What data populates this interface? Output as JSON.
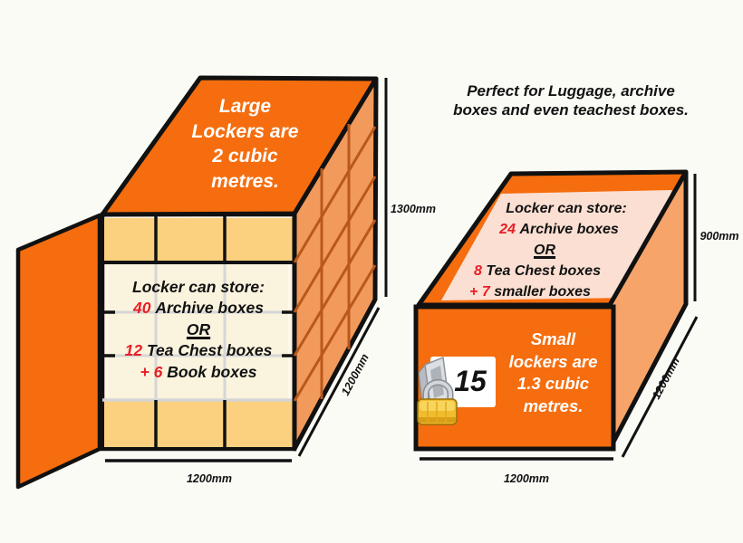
{
  "header": {
    "lines": [
      "Perfect for Luggage, archive",
      "boxes and even teachest boxes."
    ]
  },
  "large_locker": {
    "top_label_lines": [
      "Large",
      "Lockers are",
      "2 cubic",
      "metres."
    ],
    "panel": {
      "title": "Locker can store:",
      "row1_num": "40",
      "row1_text": "Archive boxes",
      "or_label": "OR",
      "row2_num": "12",
      "row2_text": "Tea Chest boxes",
      "row3_num": "+ 6",
      "row3_text": "Book boxes"
    },
    "dim_height": "1300mm",
    "dim_depth": "1200mm",
    "dim_width": "1200mm"
  },
  "small_locker": {
    "panel": {
      "title": "Locker can store:",
      "row1_num": "24",
      "row1_text": "Archive boxes",
      "or_label": "OR",
      "row2_num": "8",
      "row2_text": "Tea Chest boxes",
      "row3_num": "+ 7",
      "row3_text": "smaller boxes"
    },
    "front_label_lines": [
      "Small",
      "lockers are",
      "1.3 cubic",
      "metres."
    ],
    "locker_number": "15",
    "dim_height": "900mm",
    "dim_depth": "1200mm",
    "dim_width": "1200mm"
  },
  "icons": {
    "padlock": "padlock-icon",
    "hasp": "hasp-icon"
  },
  "colors": {
    "bright_orange": "#F56D0E",
    "side_orange_large": "#F19A5B",
    "side_orange_small": "#F6A469",
    "side_grid_line": "#BA581C",
    "cell_tan": "#FBD07F",
    "panel_cream": "#FAF3DE",
    "panel_grid_gray": "#D6D6D6",
    "panel_pink": "#FBDFD2",
    "accent_red": "#E91E25",
    "outline_black": "#111111",
    "padlock_gold": "#F1BC2D",
    "background": "#FBFBF6"
  }
}
